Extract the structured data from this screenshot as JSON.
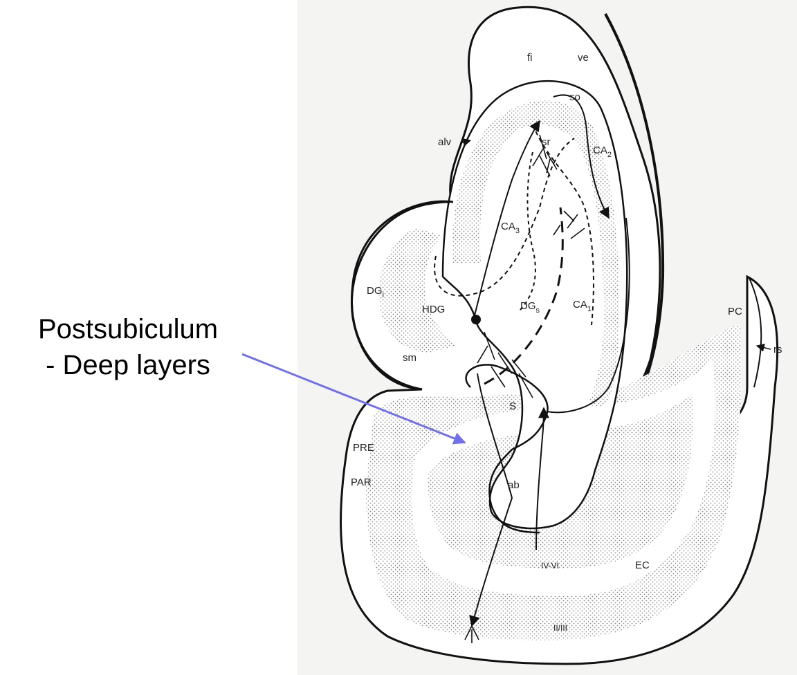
{
  "callout": {
    "line1": "Postsubiculum",
    "line2": "- Deep layers"
  },
  "labels": {
    "fi": "fi",
    "ve": "ve",
    "so": "so",
    "sr": "sr",
    "alv": "alv",
    "ca2": "CA",
    "ca2_sub": "2",
    "ca3": "CA",
    "ca3_sub": "3",
    "dgi": "DG",
    "dgi_sub": "i",
    "hdg": "HDG",
    "dgs": "DG",
    "dgs_sub": "s",
    "ca1": "CA",
    "ca1_sub": "1",
    "pc": "PC",
    "rs": "rs",
    "sm": "sm",
    "s": "S",
    "pre": "PRE",
    "par": "PAR",
    "ab": "ab",
    "ivvi": "IV-VI",
    "ec": "EC",
    "iiiii": "II/III"
  },
  "colors": {
    "arrow": "#6f6ff0",
    "ink": "#111111",
    "stipple": "#9a9a9a"
  }
}
